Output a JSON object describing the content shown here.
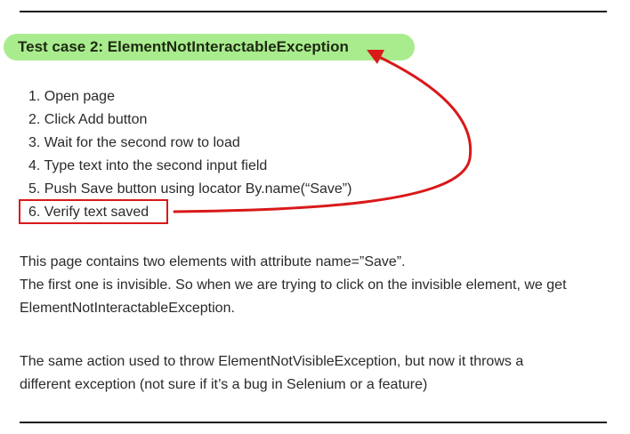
{
  "heading": "Test case 2: ElementNotInteractableException",
  "steps": [
    "1. Open page",
    "2. Click Add button",
    "3. Wait for the second row to load",
    "4. Type text into the second input field",
    "5. Push Save button using locator By.name(“Save”)",
    "6. Verify text saved"
  ],
  "paragraph1": [
    "This page contains two elements with attribute name=”Save”.",
    "The first one is invisible. So when we are trying to click on the invisible element, we get",
    "ElementNotInteractableException."
  ],
  "paragraph2": [
    "The same action used to throw ElementNotVisibleException, but now it throws a",
    "different exception (not sure if it’s a bug in Selenium or a feature)"
  ],
  "colors": {
    "highlight": "#a9ec8e",
    "annotation": "#d9191a"
  }
}
